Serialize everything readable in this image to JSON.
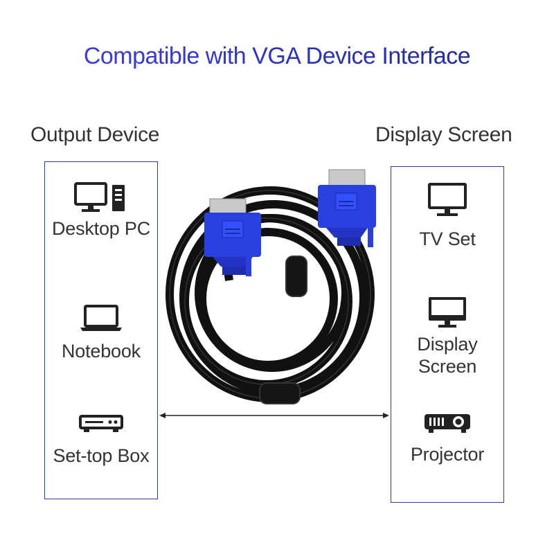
{
  "title": "Compatible with VGA Device Interface",
  "colors": {
    "title_gradient_start": "#3a3ae0",
    "title_gradient_end": "#1f2aa0",
    "panel_border": "#2b3ca8",
    "connector_blue": "#2a3fe0"
  },
  "output": {
    "heading": "Output Device",
    "devices": [
      {
        "label": "Desktop PC",
        "icon": "desktop-pc-icon"
      },
      {
        "label": "Notebook",
        "icon": "notebook-icon"
      },
      {
        "label": "Set-top Box",
        "icon": "set-top-box-icon"
      }
    ]
  },
  "display": {
    "heading": "Display Screen",
    "devices": [
      {
        "label": "TV Set",
        "icon": "tv-icon"
      },
      {
        "label_line1": "Display",
        "label_line2": "Screen",
        "icon": "monitor-icon"
      },
      {
        "label": "Projector",
        "icon": "projector-icon"
      }
    ]
  }
}
